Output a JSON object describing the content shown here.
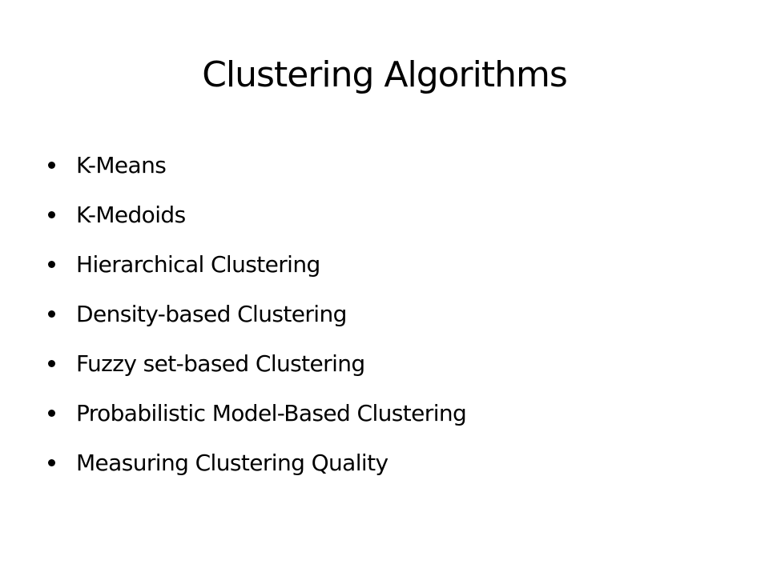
{
  "slide": {
    "title": "Clustering Algorithms",
    "bullets": [
      "K-Means",
      "K-Medoids",
      "Hierarchical Clustering",
      "Density-based Clustering",
      "Fuzzy set-based Clustering",
      "Probabilistic Model-Based Clustering",
      "Measuring Clustering Quality"
    ]
  }
}
